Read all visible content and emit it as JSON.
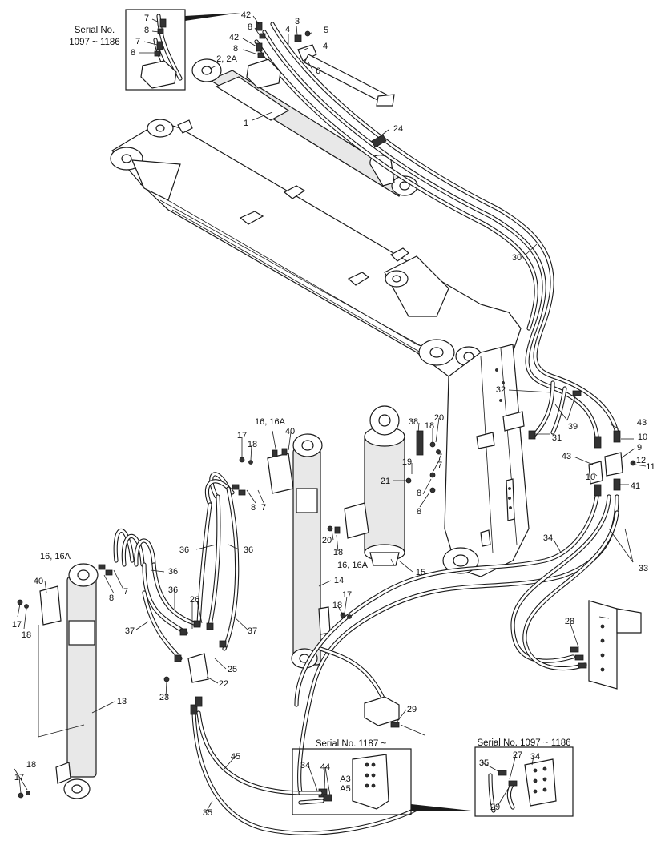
{
  "diagram": {
    "serial_note_top_left": {
      "line1": "Serial No.",
      "line2": "1097 ~ 1186"
    },
    "serial_note_bottom_center": "Serial No. 1187 ~",
    "serial_note_bottom_right": "Serial No. 1097 ~ 1186",
    "callouts": [
      {
        "id": "c1",
        "text": "7"
      },
      {
        "id": "c2",
        "text": "8"
      },
      {
        "id": "c3",
        "text": "7"
      },
      {
        "id": "c4",
        "text": "8"
      },
      {
        "id": "c5",
        "text": "42"
      },
      {
        "id": "c6",
        "text": "8"
      },
      {
        "id": "c7",
        "text": "3"
      },
      {
        "id": "c8",
        "text": "4"
      },
      {
        "id": "c9",
        "text": "5"
      },
      {
        "id": "c10",
        "text": "42"
      },
      {
        "id": "c11",
        "text": "8"
      },
      {
        "id": "c12",
        "text": "4"
      },
      {
        "id": "c13",
        "text": "2, 2A"
      },
      {
        "id": "c14",
        "text": "6"
      },
      {
        "id": "c15",
        "text": "1"
      },
      {
        "id": "c16",
        "text": "24"
      },
      {
        "id": "c17",
        "text": "30"
      },
      {
        "id": "c18",
        "text": "32"
      },
      {
        "id": "c19",
        "text": "39"
      },
      {
        "id": "c20",
        "text": "31"
      },
      {
        "id": "c21",
        "text": "43"
      },
      {
        "id": "c22",
        "text": "10"
      },
      {
        "id": "c23",
        "text": "9"
      },
      {
        "id": "c24",
        "text": "43"
      },
      {
        "id": "c25",
        "text": "12"
      },
      {
        "id": "c26",
        "text": "11"
      },
      {
        "id": "c27",
        "text": "10"
      },
      {
        "id": "c28",
        "text": "41"
      },
      {
        "id": "c29",
        "text": "16, 16A"
      },
      {
        "id": "c30",
        "text": "40"
      },
      {
        "id": "c31",
        "text": "17"
      },
      {
        "id": "c32",
        "text": "18"
      },
      {
        "id": "c33",
        "text": "38"
      },
      {
        "id": "c34",
        "text": "20"
      },
      {
        "id": "c35",
        "text": "18"
      },
      {
        "id": "c36",
        "text": "7"
      },
      {
        "id": "c37",
        "text": "19"
      },
      {
        "id": "c38",
        "text": "21"
      },
      {
        "id": "c39",
        "text": "8"
      },
      {
        "id": "c40",
        "text": "7"
      },
      {
        "id": "c41",
        "text": "8"
      },
      {
        "id": "c42",
        "text": "34"
      },
      {
        "id": "c43",
        "text": "33"
      },
      {
        "id": "c44",
        "text": "20"
      },
      {
        "id": "c45",
        "text": "18"
      },
      {
        "id": "c46",
        "text": "16, 16A"
      },
      {
        "id": "c47",
        "text": "15"
      },
      {
        "id": "c48",
        "text": "16, 16A"
      },
      {
        "id": "c49",
        "text": "40"
      },
      {
        "id": "c50",
        "text": "8"
      },
      {
        "id": "c51",
        "text": "7"
      },
      {
        "id": "c52",
        "text": "36"
      },
      {
        "id": "c53",
        "text": "36"
      },
      {
        "id": "c54",
        "text": "36"
      },
      {
        "id": "c55",
        "text": "36"
      },
      {
        "id": "c56",
        "text": "14"
      },
      {
        "id": "c57",
        "text": "17"
      },
      {
        "id": "c58",
        "text": "18"
      },
      {
        "id": "c59",
        "text": "17"
      },
      {
        "id": "c60",
        "text": "18"
      },
      {
        "id": "c61",
        "text": "26"
      },
      {
        "id": "c62",
        "text": "37"
      },
      {
        "id": "c63",
        "text": "37"
      },
      {
        "id": "c64",
        "text": "25"
      },
      {
        "id": "c65",
        "text": "22"
      },
      {
        "id": "c66",
        "text": "23"
      },
      {
        "id": "c67",
        "text": "13"
      },
      {
        "id": "c68",
        "text": "28"
      },
      {
        "id": "c69",
        "text": "29"
      },
      {
        "id": "c70",
        "text": "45"
      },
      {
        "id": "c71",
        "text": "35"
      },
      {
        "id": "c72",
        "text": "18"
      },
      {
        "id": "c73",
        "text": "17"
      },
      {
        "id": "c74",
        "text": "34"
      },
      {
        "id": "c75",
        "text": "44"
      },
      {
        "id": "c76",
        "text": "A3"
      },
      {
        "id": "c77",
        "text": "A5"
      },
      {
        "id": "c78",
        "text": "35"
      },
      {
        "id": "c79",
        "text": "27"
      },
      {
        "id": "c80",
        "text": "34"
      },
      {
        "id": "c81",
        "text": "29"
      },
      {
        "id": "c82",
        "text": "8"
      },
      {
        "id": "c83",
        "text": "7"
      }
    ]
  }
}
